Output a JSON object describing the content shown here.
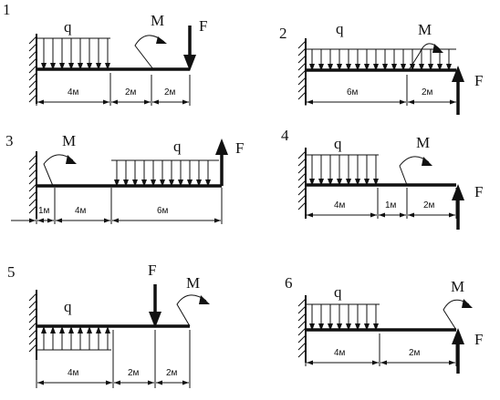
{
  "problems": [
    {
      "number": "1",
      "load_label": "q",
      "moment_label": "M",
      "force_label": "F",
      "segments": [
        "4м",
        "2м",
        "2м"
      ]
    },
    {
      "number": "2",
      "load_label": "q",
      "moment_label": "M",
      "force_label": "F",
      "segments": [
        "6м",
        "2м"
      ]
    },
    {
      "number": "3",
      "load_label": "q",
      "moment_label": "M",
      "force_label": "F",
      "segments": [
        "1м",
        "4м",
        "6м"
      ]
    },
    {
      "number": "4",
      "load_label": "q",
      "moment_label": "M",
      "force_label": "F",
      "segments": [
        "4м",
        "1м",
        "2м"
      ]
    },
    {
      "number": "5",
      "load_label": "q",
      "moment_label": "M",
      "force_label": "F",
      "segments": [
        "4м",
        "2м",
        "2м"
      ]
    },
    {
      "number": "6",
      "load_label": "q",
      "moment_label": "M",
      "force_label": "F",
      "segments": [
        "4м",
        "2м"
      ]
    }
  ]
}
